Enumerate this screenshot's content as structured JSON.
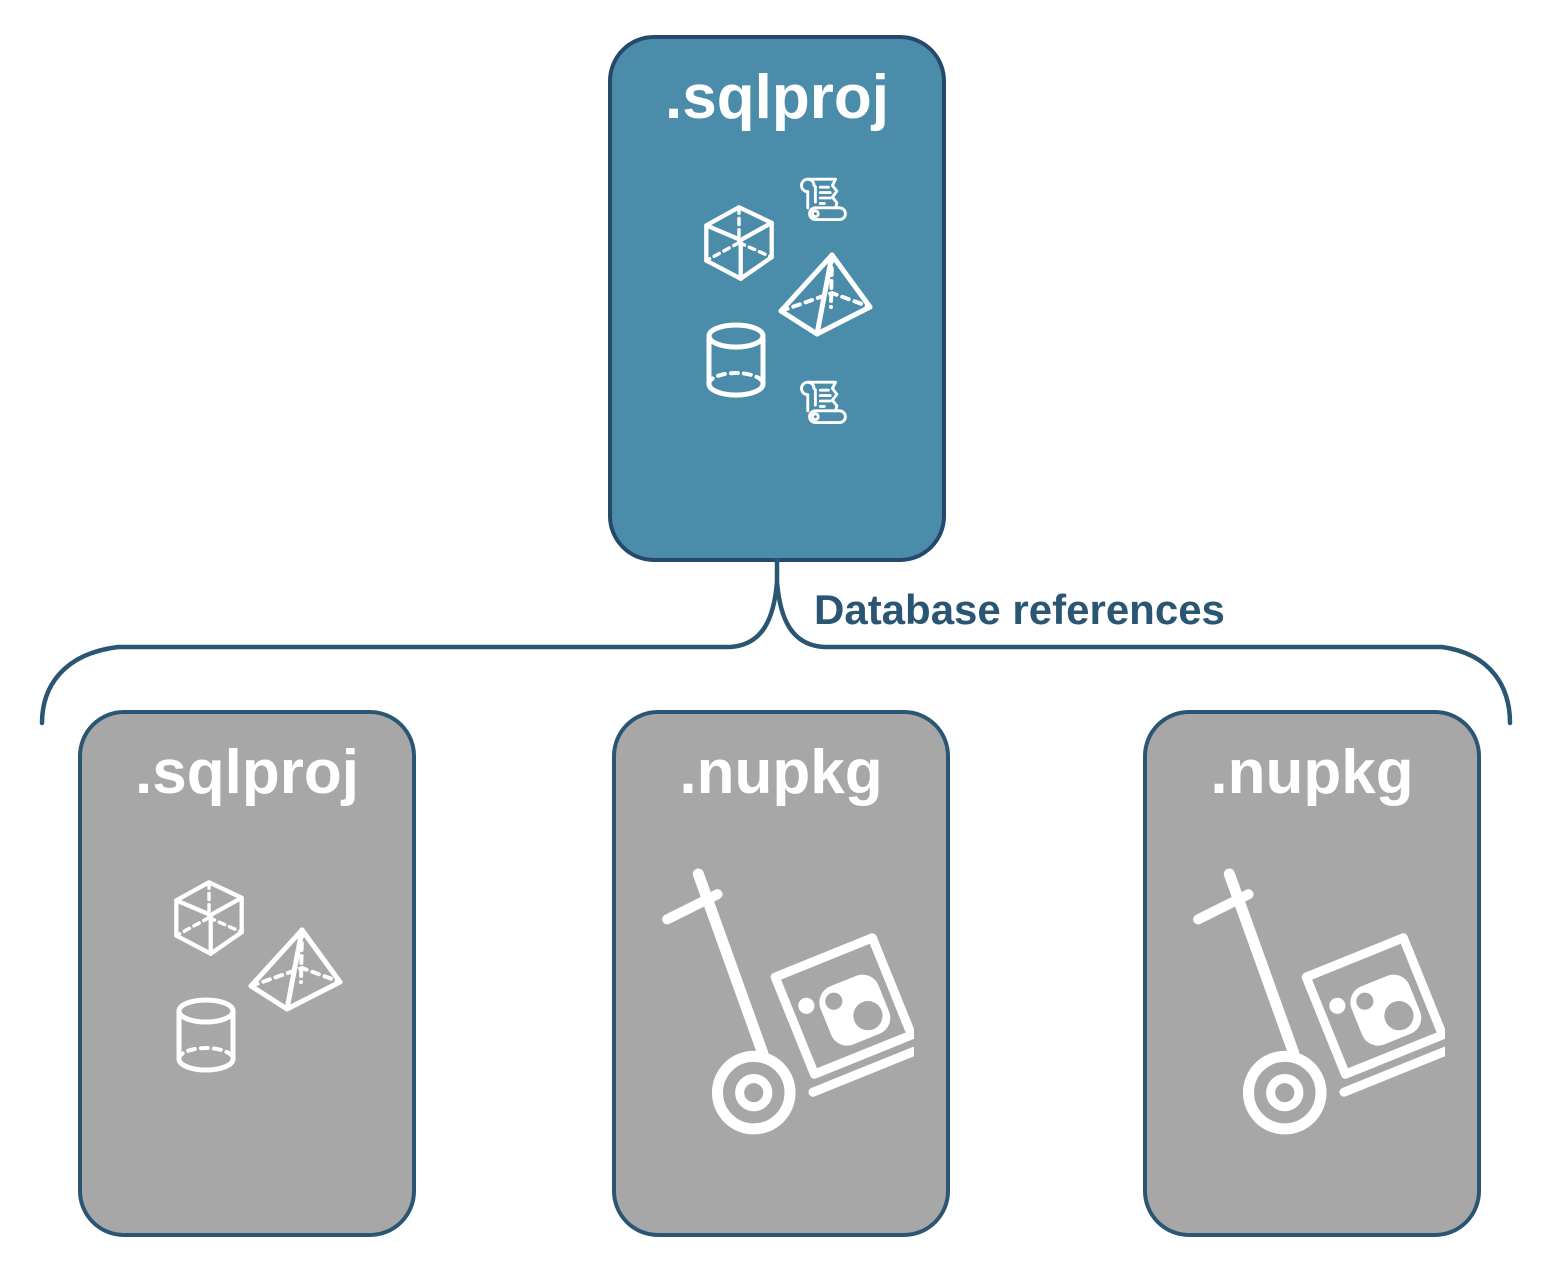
{
  "diagram_title": "sqlproj database references diagram",
  "colors": {
    "root_fill": "#4A8CA9",
    "root_border": "#24496B",
    "child_fill": "#A7A7A7",
    "child_border": "#2A5674",
    "connector": "#2A5674",
    "label_text": "#2A5674",
    "node_title_text": "#FFFFFF",
    "icon_stroke": "#FFFFFF"
  },
  "root": {
    "label": ".sqlproj",
    "icons": [
      "cube-icon",
      "scroll-icon",
      "pyramid-icon",
      "cylinder-icon",
      "scroll-icon"
    ]
  },
  "connector_label": "Database references",
  "children": [
    {
      "label": ".sqlproj",
      "icons": [
        "cube-icon",
        "pyramid-icon",
        "cylinder-icon"
      ]
    },
    {
      "label": ".nupkg",
      "icons": [
        "nuget-dolly-icon"
      ]
    },
    {
      "label": ".nupkg",
      "icons": [
        "nuget-dolly-icon"
      ]
    }
  ]
}
